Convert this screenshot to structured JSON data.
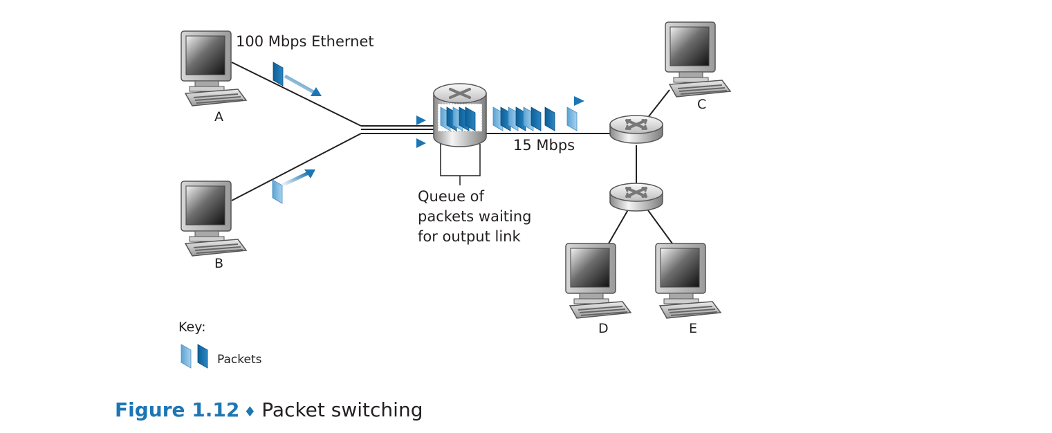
{
  "labels": {
    "ethernet": "100 Mbps Ethernet",
    "link_rate": "15 Mbps",
    "queue_line1": "Queue of",
    "queue_line2": "packets waiting",
    "queue_line3": "for output link",
    "key": "Key:",
    "packets": "Packets"
  },
  "hosts": [
    {
      "id": "A",
      "label": "A"
    },
    {
      "id": "B",
      "label": "B"
    },
    {
      "id": "C",
      "label": "C"
    },
    {
      "id": "D",
      "label": "D"
    },
    {
      "id": "E",
      "label": "E"
    }
  ],
  "caption": {
    "figure": "Figure 1.12",
    "separator": "♦",
    "title": "Packet switching"
  },
  "colors": {
    "packet_dark": "#1a6fa8",
    "packet_light": "#7cb8de",
    "arrow": "#1d76b4",
    "caption_accent": "#1d76b4"
  }
}
